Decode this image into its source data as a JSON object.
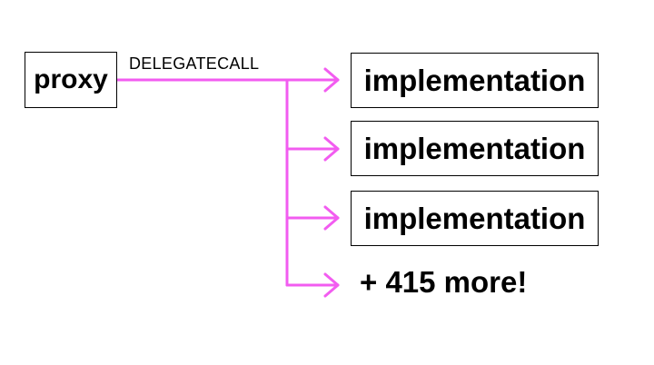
{
  "proxy": {
    "label": "proxy"
  },
  "edge_label": "DELEGATECALL",
  "implementations": [
    {
      "label": "implementation"
    },
    {
      "label": "implementation"
    },
    {
      "label": "implementation"
    }
  ],
  "more_label": "+ 415 more!",
  "colors": {
    "connector": "#f25cf0",
    "box_border": "#000000",
    "text": "#000000"
  }
}
